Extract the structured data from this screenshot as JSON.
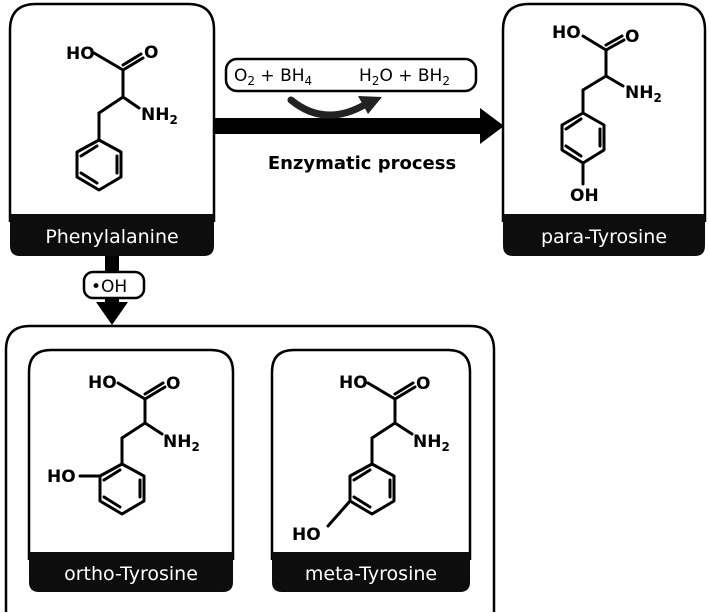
{
  "compounds": {
    "phenylalanine": {
      "name": "Phenylalanine",
      "ho": "HO",
      "o": "O",
      "nh": "NH",
      "nh_sub": "2"
    },
    "para_tyrosine": {
      "name": "para-Tyrosine",
      "ho": "HO",
      "o": "O",
      "nh": "NH",
      "nh_sub": "2",
      "oh": "OH"
    },
    "ortho_tyrosine": {
      "name": "ortho-Tyrosine",
      "ho": "HO",
      "o": "O",
      "nh": "NH",
      "nh_sub": "2",
      "ring_oh": "HO"
    },
    "meta_tyrosine": {
      "name": "meta-Tyrosine",
      "ho": "HO",
      "o": "O",
      "nh": "NH",
      "nh_sub": "2",
      "ring_oh": "HO"
    }
  },
  "enzymatic": {
    "left_o": "O",
    "left_o_sub": "2",
    "left_mid": " + BH",
    "left_sub": "4",
    "right_h": "H",
    "right_h_sub": "2",
    "right_mid": "O + BH",
    "right_sub": "2",
    "process_label": "Enzymatic process"
  },
  "radical": {
    "dot": "•",
    "label": "OH"
  }
}
